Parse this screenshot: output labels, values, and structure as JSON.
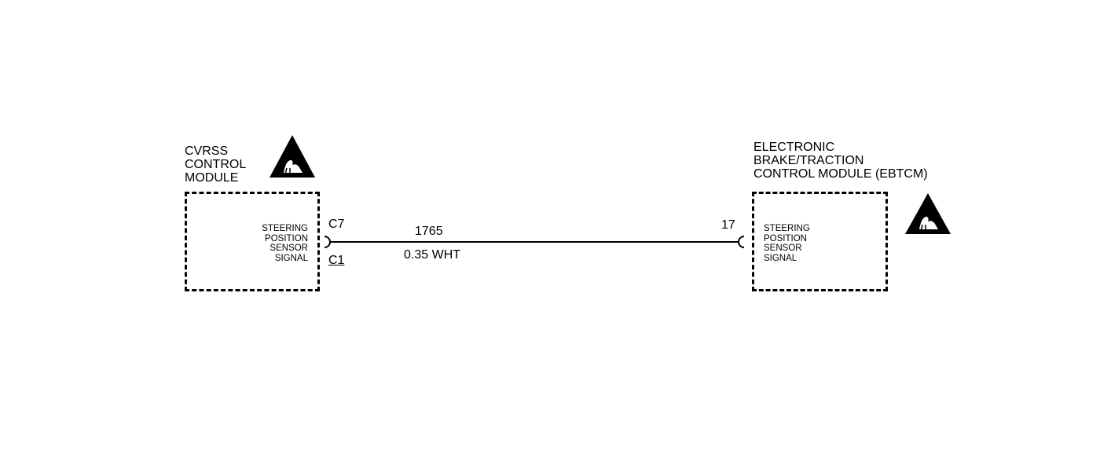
{
  "left_module": {
    "title": "CVRSS\nCONTROL\nMODULE",
    "signal": "STEERING\nPOSITION\nSENSOR\nSIGNAL",
    "pin": "C7",
    "connector": "C1"
  },
  "right_module": {
    "title": "ELECTRONIC\nBRAKE/TRACTION\nCONTROL MODULE (EBTCM)",
    "signal": "STEERING\nPOSITION\nSENSOR\nSIGNAL",
    "pin": "17"
  },
  "wire": {
    "circuit": "1765",
    "gauge_color": "0.35 WHT"
  },
  "icons": {
    "esd": "esd-warning-icon"
  },
  "colors": {
    "line": "#000000",
    "background": "#ffffff"
  }
}
